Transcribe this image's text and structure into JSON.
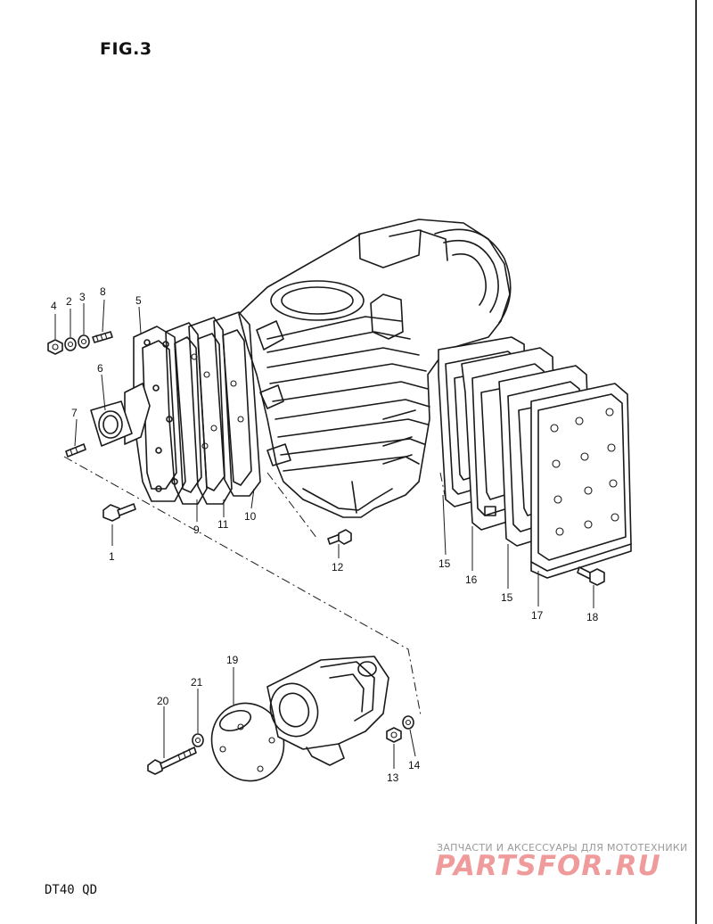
{
  "figure": {
    "title": "FIG.3",
    "model": "DT40 QD"
  },
  "watermark": {
    "subtitle": "ЗАПЧАСТИ И АКСЕССУАРЫ ДЛЯ МОТОТЕХНИКИ",
    "brand": "PARTSFOR.RU",
    "color": "#ef9b9b"
  },
  "callouts": [
    {
      "id": "c4",
      "label": "4"
    },
    {
      "id": "c2",
      "label": "2"
    },
    {
      "id": "c3",
      "label": "3"
    },
    {
      "id": "c8",
      "label": "8"
    },
    {
      "id": "c5",
      "label": "5"
    },
    {
      "id": "c6",
      "label": "6"
    },
    {
      "id": "c7",
      "label": "7"
    },
    {
      "id": "c1",
      "label": "1"
    },
    {
      "id": "c9",
      "label": "9"
    },
    {
      "id": "c11",
      "label": "11"
    },
    {
      "id": "c10",
      "label": "10"
    },
    {
      "id": "c12",
      "label": "12"
    },
    {
      "id": "c15a",
      "label": "15"
    },
    {
      "id": "c16",
      "label": "16"
    },
    {
      "id": "c15b",
      "label": "15"
    },
    {
      "id": "c17",
      "label": "17"
    },
    {
      "id": "c18",
      "label": "18"
    },
    {
      "id": "c19",
      "label": "19"
    },
    {
      "id": "c21",
      "label": "21"
    },
    {
      "id": "c20",
      "label": "20"
    },
    {
      "id": "c13",
      "label": "13"
    },
    {
      "id": "c14",
      "label": "14"
    }
  ]
}
